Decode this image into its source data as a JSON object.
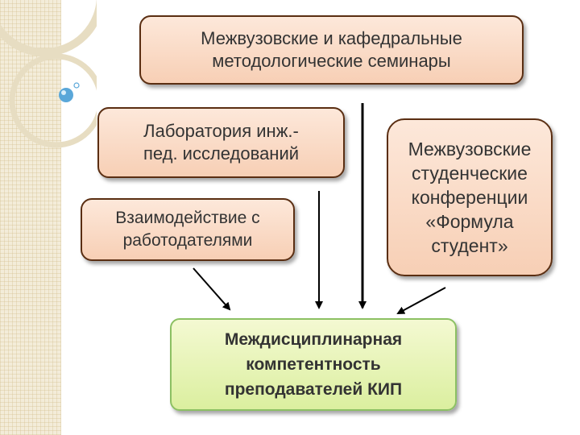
{
  "diagram": {
    "seminars": "Межвузовские и кафедральные\nметодологические семинары",
    "lab": "Лаборатория инж.-\nпед. исследований",
    "employers": "Взаимодействие с\nработодателями",
    "conferences": "Межвузовские\nстуденческие\nконференции\n«Формула\nстудент»",
    "competence": "Междисциплинарная\nкомпетентность\nпреподавателей КИП"
  },
  "colors": {
    "source_box_fill": "#f7cfb5",
    "source_box_border": "#5a2e12",
    "target_box_fill": "#dbef9f",
    "target_box_border": "#8cc063",
    "arrow": "#000000"
  }
}
